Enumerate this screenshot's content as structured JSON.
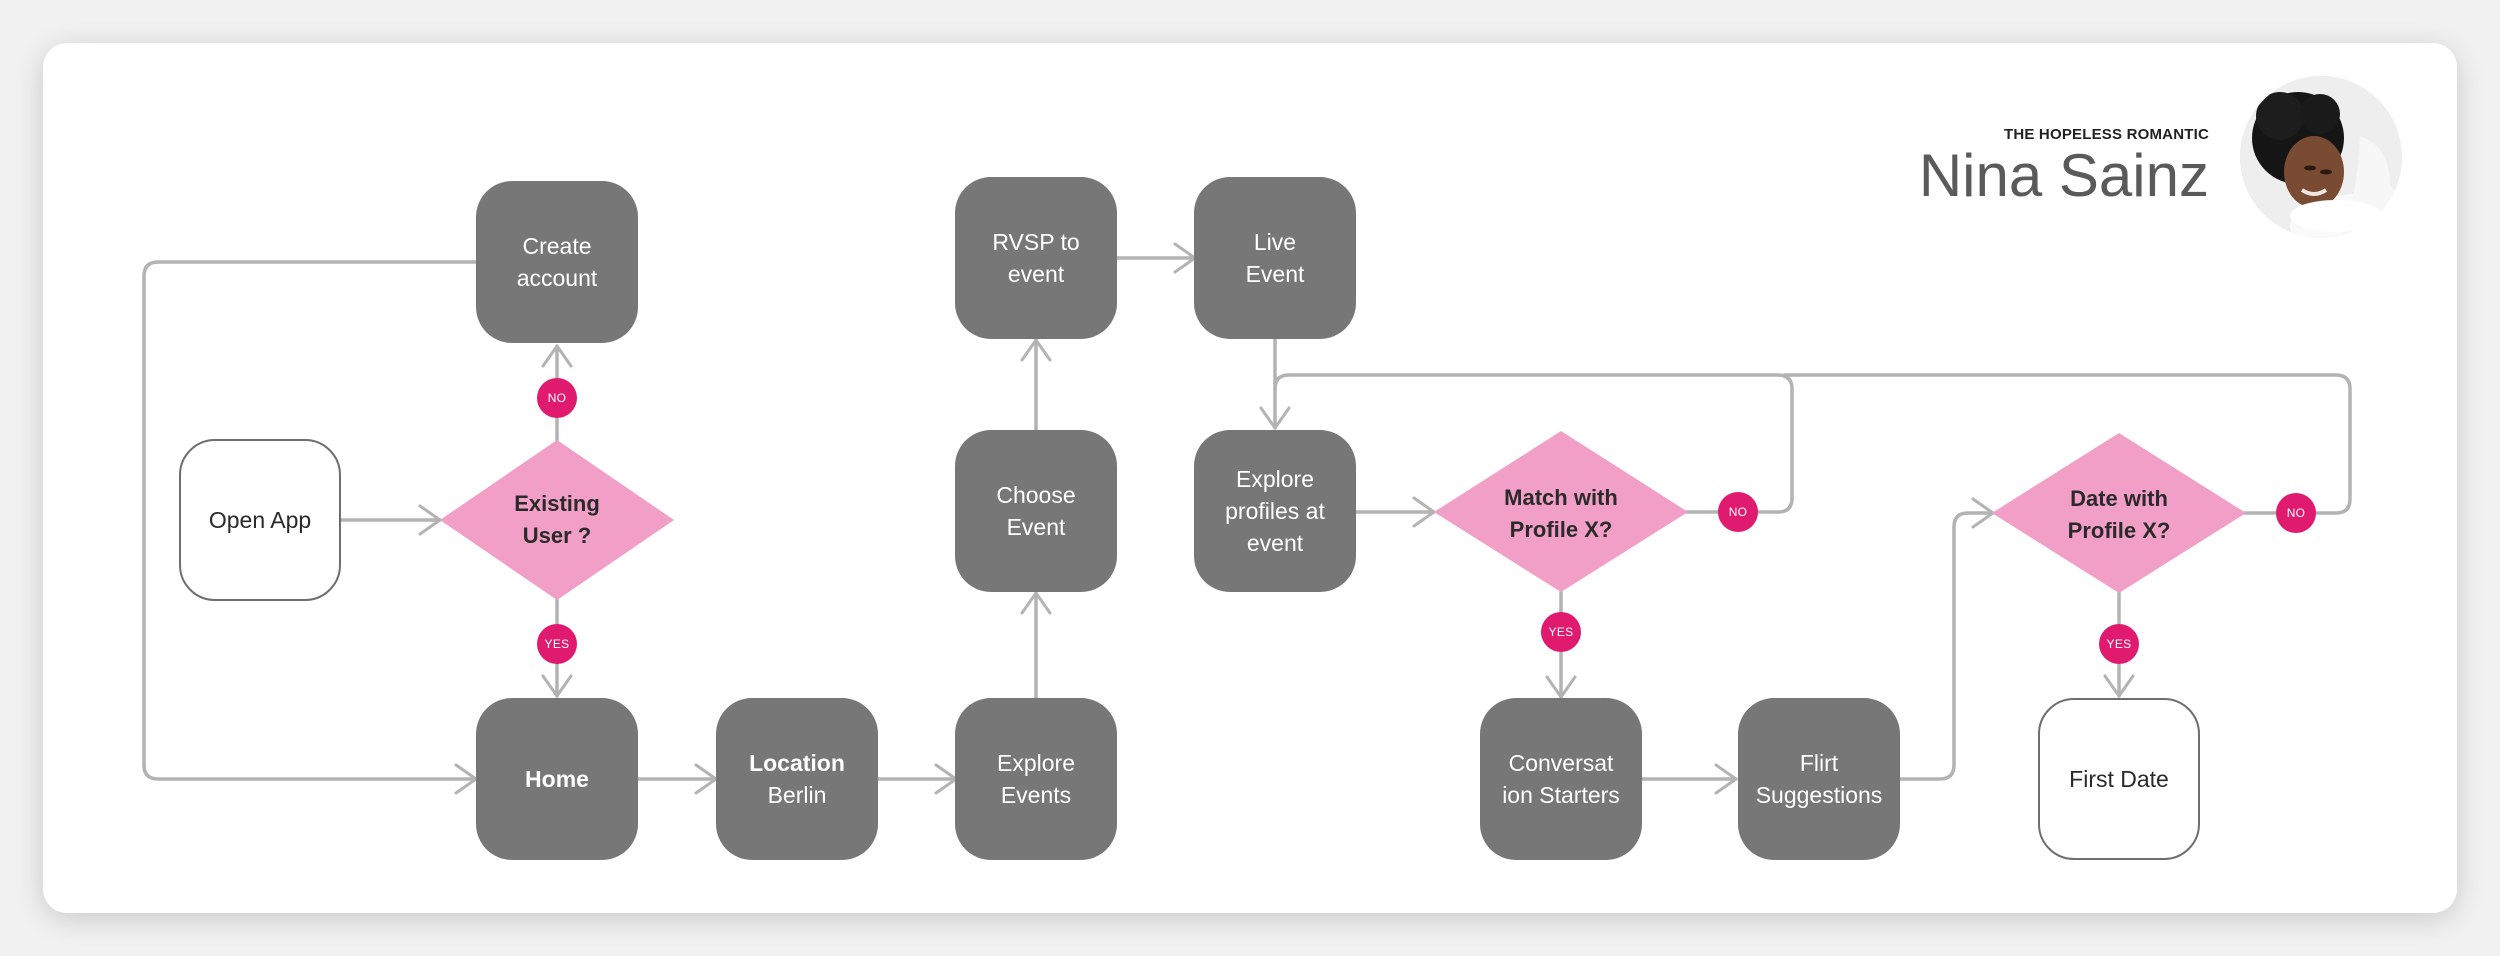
{
  "persona": {
    "subtitle": "THE HOPELESS ROMANTIC",
    "name": "Nina Sainz"
  },
  "colors": {
    "process_box": "#777777",
    "terminal_border": "#6e6e6e",
    "decision": "#f29fc7",
    "badge": "#e01a6f",
    "connector": "#b3b3b3"
  },
  "nodes": {
    "open_app": {
      "label": "Open App"
    },
    "existing_user": {
      "line1": "Existing",
      "line2": "User ?"
    },
    "create_account": {
      "line1": "Create",
      "line2": "account"
    },
    "home": {
      "label": "Home"
    },
    "location": {
      "line1": "Location",
      "line2": "Berlin"
    },
    "explore_events": {
      "line1": "Explore",
      "line2": "Events"
    },
    "choose_event": {
      "line1": "Choose",
      "line2": "Event"
    },
    "rsvp": {
      "line1": "RVSP to",
      "line2": "event"
    },
    "live_event": {
      "line1": "Live",
      "line2": "Event"
    },
    "explore_profiles": {
      "line1": "Explore",
      "line2": "profiles at",
      "line3": "event"
    },
    "match_profile": {
      "line1": "Match with",
      "line2": "Profile X?"
    },
    "conversation": {
      "line1": "Conversat",
      "line2": "ion Starters"
    },
    "flirt": {
      "line1": "Flirt",
      "line2": "Suggestions"
    },
    "date_profile": {
      "line1": "Date with",
      "line2": "Profile X?"
    },
    "first_date": {
      "label": "First Date"
    }
  },
  "badges": {
    "no": "NO",
    "yes": "YES"
  }
}
